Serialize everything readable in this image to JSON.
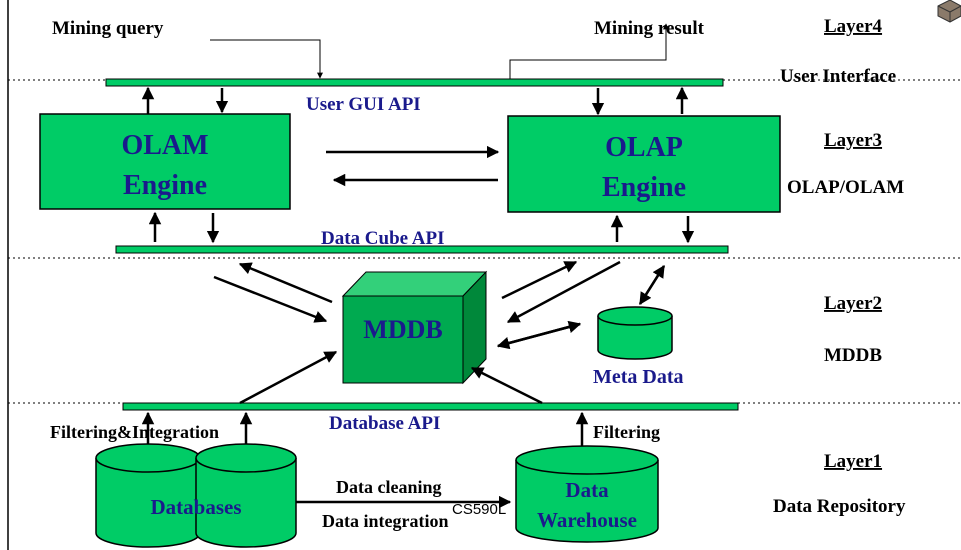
{
  "labels": {
    "mining_query": "Mining query",
    "mining_result": "Mining result",
    "user_gui_api": "User GUI API",
    "data_cube_api": "Data Cube API",
    "database_api": "Database API",
    "olam_line1": "OLAM",
    "olam_line2": "Engine",
    "olap_line1": "OLAP",
    "olap_line2": "Engine",
    "mddb": "MDDB",
    "meta_data": "Meta Data",
    "filtering_integration": "Filtering&Integration",
    "filtering": "Filtering",
    "databases": "Databases",
    "data_cleaning": "Data cleaning",
    "data_integration": "Data integration",
    "warehouse_line1": "Data",
    "warehouse_line2": "Warehouse",
    "footer": "CS590L"
  },
  "layers": [
    {
      "name": "Layer4",
      "desc": "User Interface"
    },
    {
      "name": "Layer3",
      "desc": "OLAP/OLAM"
    },
    {
      "name": "Layer2",
      "desc": "MDDB"
    },
    {
      "name": "Layer1",
      "desc": "Data Repository"
    }
  ],
  "colors": {
    "green": "#00cc66",
    "dark_green": "#009944",
    "navy": "#1a1a8c",
    "black": "#000000"
  },
  "icons": [
    "data-cube-icon"
  ]
}
